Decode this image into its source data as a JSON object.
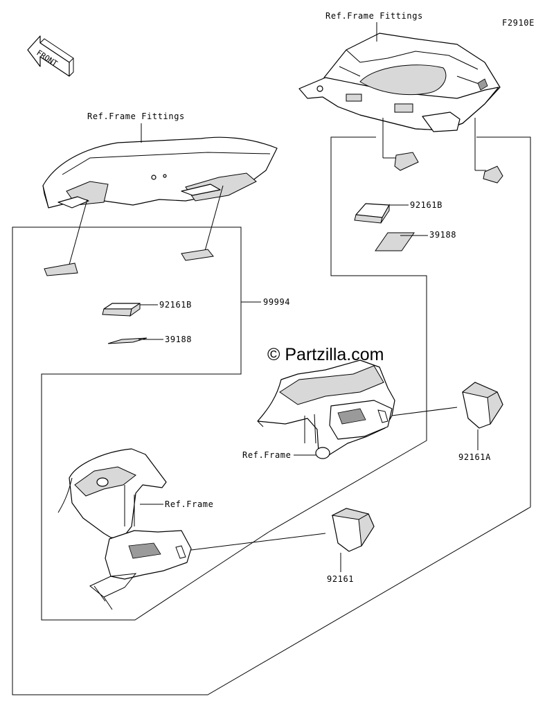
{
  "diagram_code": "F2910E",
  "front_arrow": {
    "label": "FRONT",
    "icon": "front-direction-arrow-icon"
  },
  "watermark": "© Partzilla.com",
  "callouts": {
    "ref_frame_fittings_top": "Ref.Frame Fittings",
    "ref_frame_fittings_left": "Ref.Frame Fittings",
    "part_92161b_left": "92161B",
    "part_39188_left": "39188",
    "part_99994": "99994",
    "part_92161b_right": "92161B",
    "part_39188_right": "39188",
    "ref_frame_right": "Ref.Frame",
    "part_92161a": "92161A",
    "ref_frame_lower": "Ref.Frame",
    "part_92161": "92161"
  },
  "colors": {
    "line": "#000000",
    "background": "#ffffff",
    "shade": "#d8d8d8"
  }
}
